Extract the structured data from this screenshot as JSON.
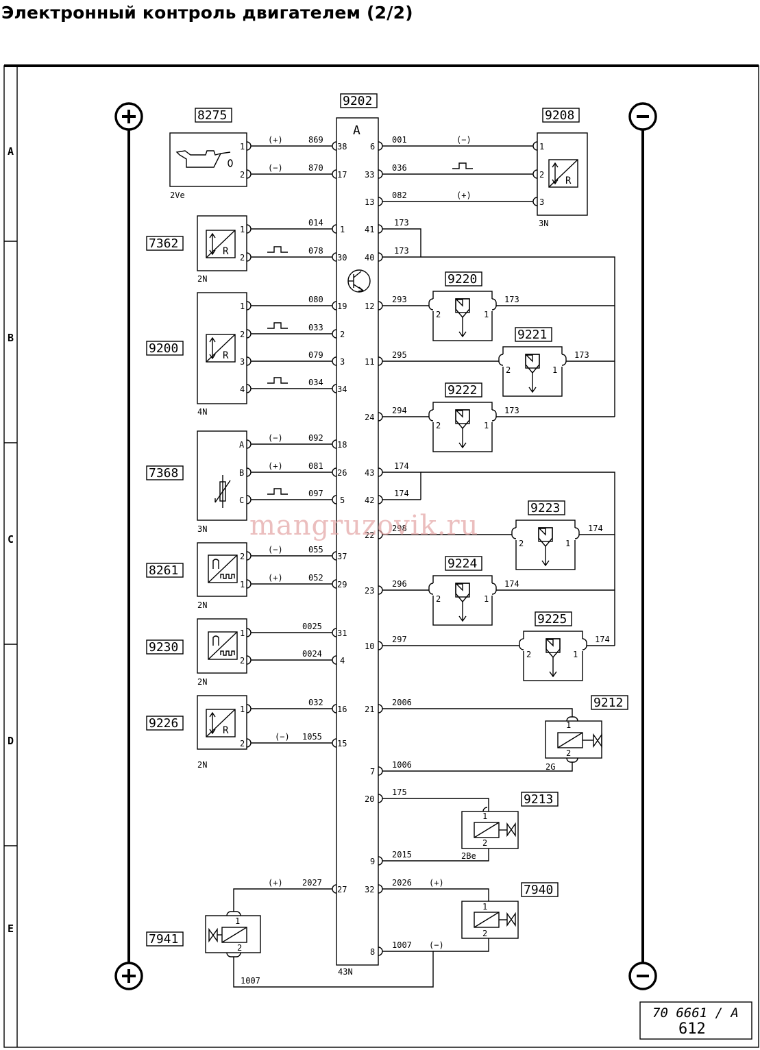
{
  "title": "Электронный контроль двигателем (2/2)",
  "watermark": "mangruzovik.ru",
  "footer": {
    "ref": "70 6661 / A",
    "page": "612"
  },
  "rows": [
    "A",
    "B",
    "C",
    "D",
    "E"
  ],
  "ecu": {
    "ref": "9202",
    "letter": "A",
    "connector": "43N"
  },
  "components": {
    "c8275": {
      "ref": "8275",
      "conn": "2Ve"
    },
    "c9208": {
      "ref": "9208",
      "conn": "3N"
    },
    "c7362": {
      "ref": "7362",
      "conn": "2N"
    },
    "c9200": {
      "ref": "9200",
      "conn": "4N"
    },
    "c7368": {
      "ref": "7368",
      "conn": "3N"
    },
    "c8261": {
      "ref": "8261",
      "conn": "2N"
    },
    "c9230": {
      "ref": "9230",
      "conn": "2N"
    },
    "c9226": {
      "ref": "9226",
      "conn": "2N"
    },
    "c7941": {
      "ref": "7941"
    },
    "c9220": {
      "ref": "9220"
    },
    "c9221": {
      "ref": "9221"
    },
    "c9222": {
      "ref": "9222"
    },
    "c9223": {
      "ref": "9223"
    },
    "c9224": {
      "ref": "9224"
    },
    "c9225": {
      "ref": "9225"
    },
    "c9212": {
      "ref": "9212",
      "conn": "2G"
    },
    "c9213": {
      "ref": "9213",
      "conn": "2Be"
    },
    "c7940": {
      "ref": "7940"
    }
  },
  "left_pins": [
    "38",
    "17",
    "1",
    "30",
    "19",
    "2",
    "3",
    "34",
    "18",
    "26",
    "5",
    "37",
    "29",
    "31",
    "4",
    "16",
    "15",
    "27"
  ],
  "right_pins": [
    "6",
    "33",
    "13",
    "41",
    "40",
    "12",
    "11",
    "24",
    "43",
    "42",
    "22",
    "23",
    "10",
    "21",
    "7",
    "20",
    "9",
    "32",
    "8"
  ],
  "wires": {
    "w869": "869",
    "w870": "870",
    "w014": "014",
    "w078": "078",
    "w080": "080",
    "w033": "033",
    "w079": "079",
    "w034": "034",
    "w092": "092",
    "w081": "081",
    "w097": "097",
    "w055": "055",
    "w052": "052",
    "w0025": "0025",
    "w0024": "0024",
    "w032": "032",
    "w1055": "1055",
    "w2027": "2027",
    "w001": "001",
    "w036": "036",
    "w082": "082",
    "w173a": "173",
    "w173b": "173",
    "w293": "293",
    "w295": "295",
    "w294": "294",
    "w173c": "173",
    "w173d": "173",
    "w173e": "173",
    "w174a": "174",
    "w174b": "174",
    "w298": "298",
    "w296": "296",
    "w297": "297",
    "w174c": "174",
    "w174d": "174",
    "w174e": "174",
    "w2006": "2006",
    "w1006": "1006",
    "w175": "175",
    "w2015": "2015",
    "w2026": "2026",
    "w1007": "1007",
    "w1007b": "1007"
  },
  "signs": {
    "plus": "(+)",
    "minus": "(−)"
  },
  "sensor_letter": "R"
}
